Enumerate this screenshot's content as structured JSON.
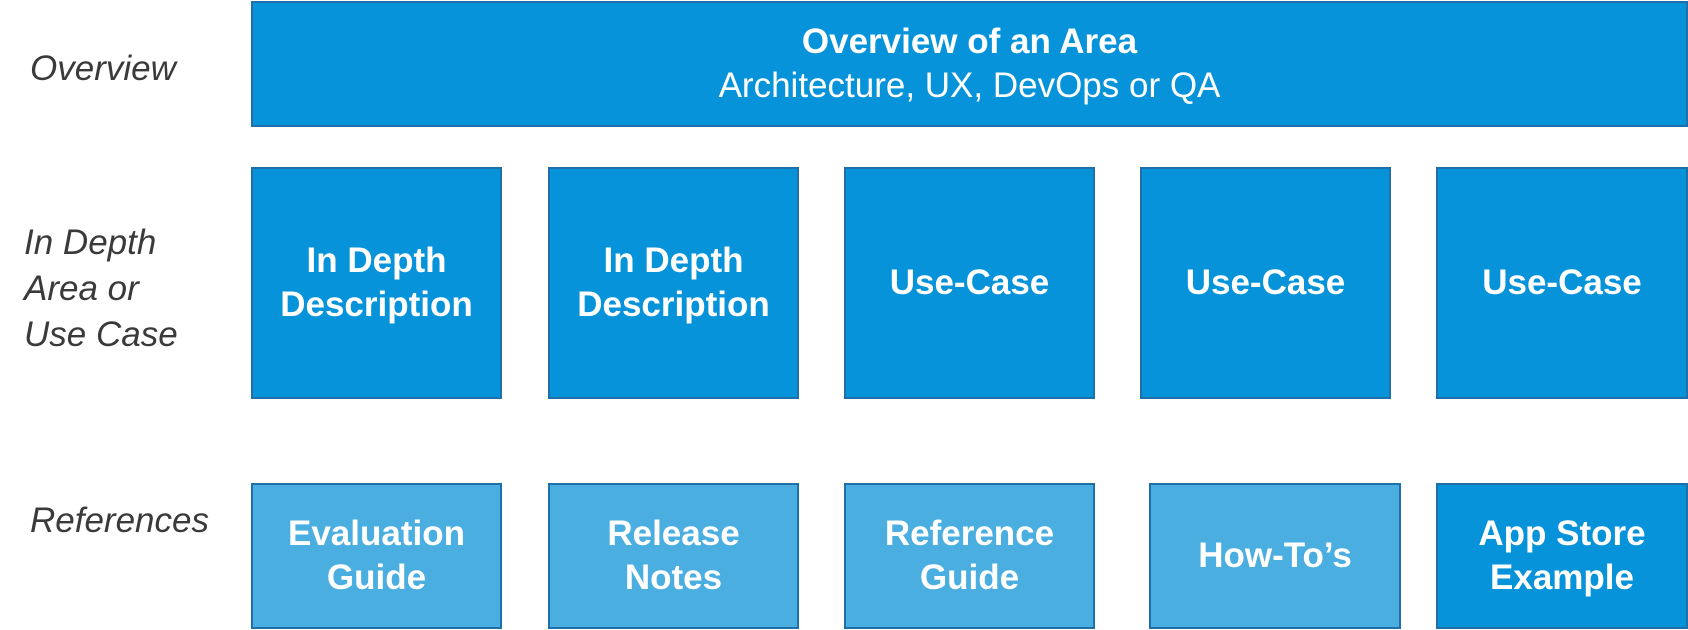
{
  "row_labels": {
    "overview": "Overview",
    "in_depth": "In Depth\nArea or\nUse Case",
    "references": "References"
  },
  "overview_box": {
    "title": "Overview of an Area",
    "subtitle": "Architecture, UX, DevOps or QA"
  },
  "in_depth_boxes": [
    {
      "line1": "In Depth",
      "line2": "Description"
    },
    {
      "line1": "In Depth",
      "line2": "Description"
    },
    {
      "line1": "Use-Case",
      "line2": ""
    },
    {
      "line1": "Use-Case",
      "line2": ""
    },
    {
      "line1": "Use-Case",
      "line2": ""
    }
  ],
  "reference_boxes": [
    {
      "line1": "Evaluation",
      "line2": "Guide"
    },
    {
      "line1": "Release",
      "line2": "Notes"
    },
    {
      "line1": "Reference",
      "line2": "Guide"
    },
    {
      "line1": "How-To’s",
      "line2": ""
    },
    {
      "line1": "App Store",
      "line2": "Example"
    }
  ],
  "colors": {
    "dark_box": "#0793da",
    "light_box": "#4aaee1",
    "border": "#1f6fa8",
    "label_text": "#3a3a3a"
  }
}
